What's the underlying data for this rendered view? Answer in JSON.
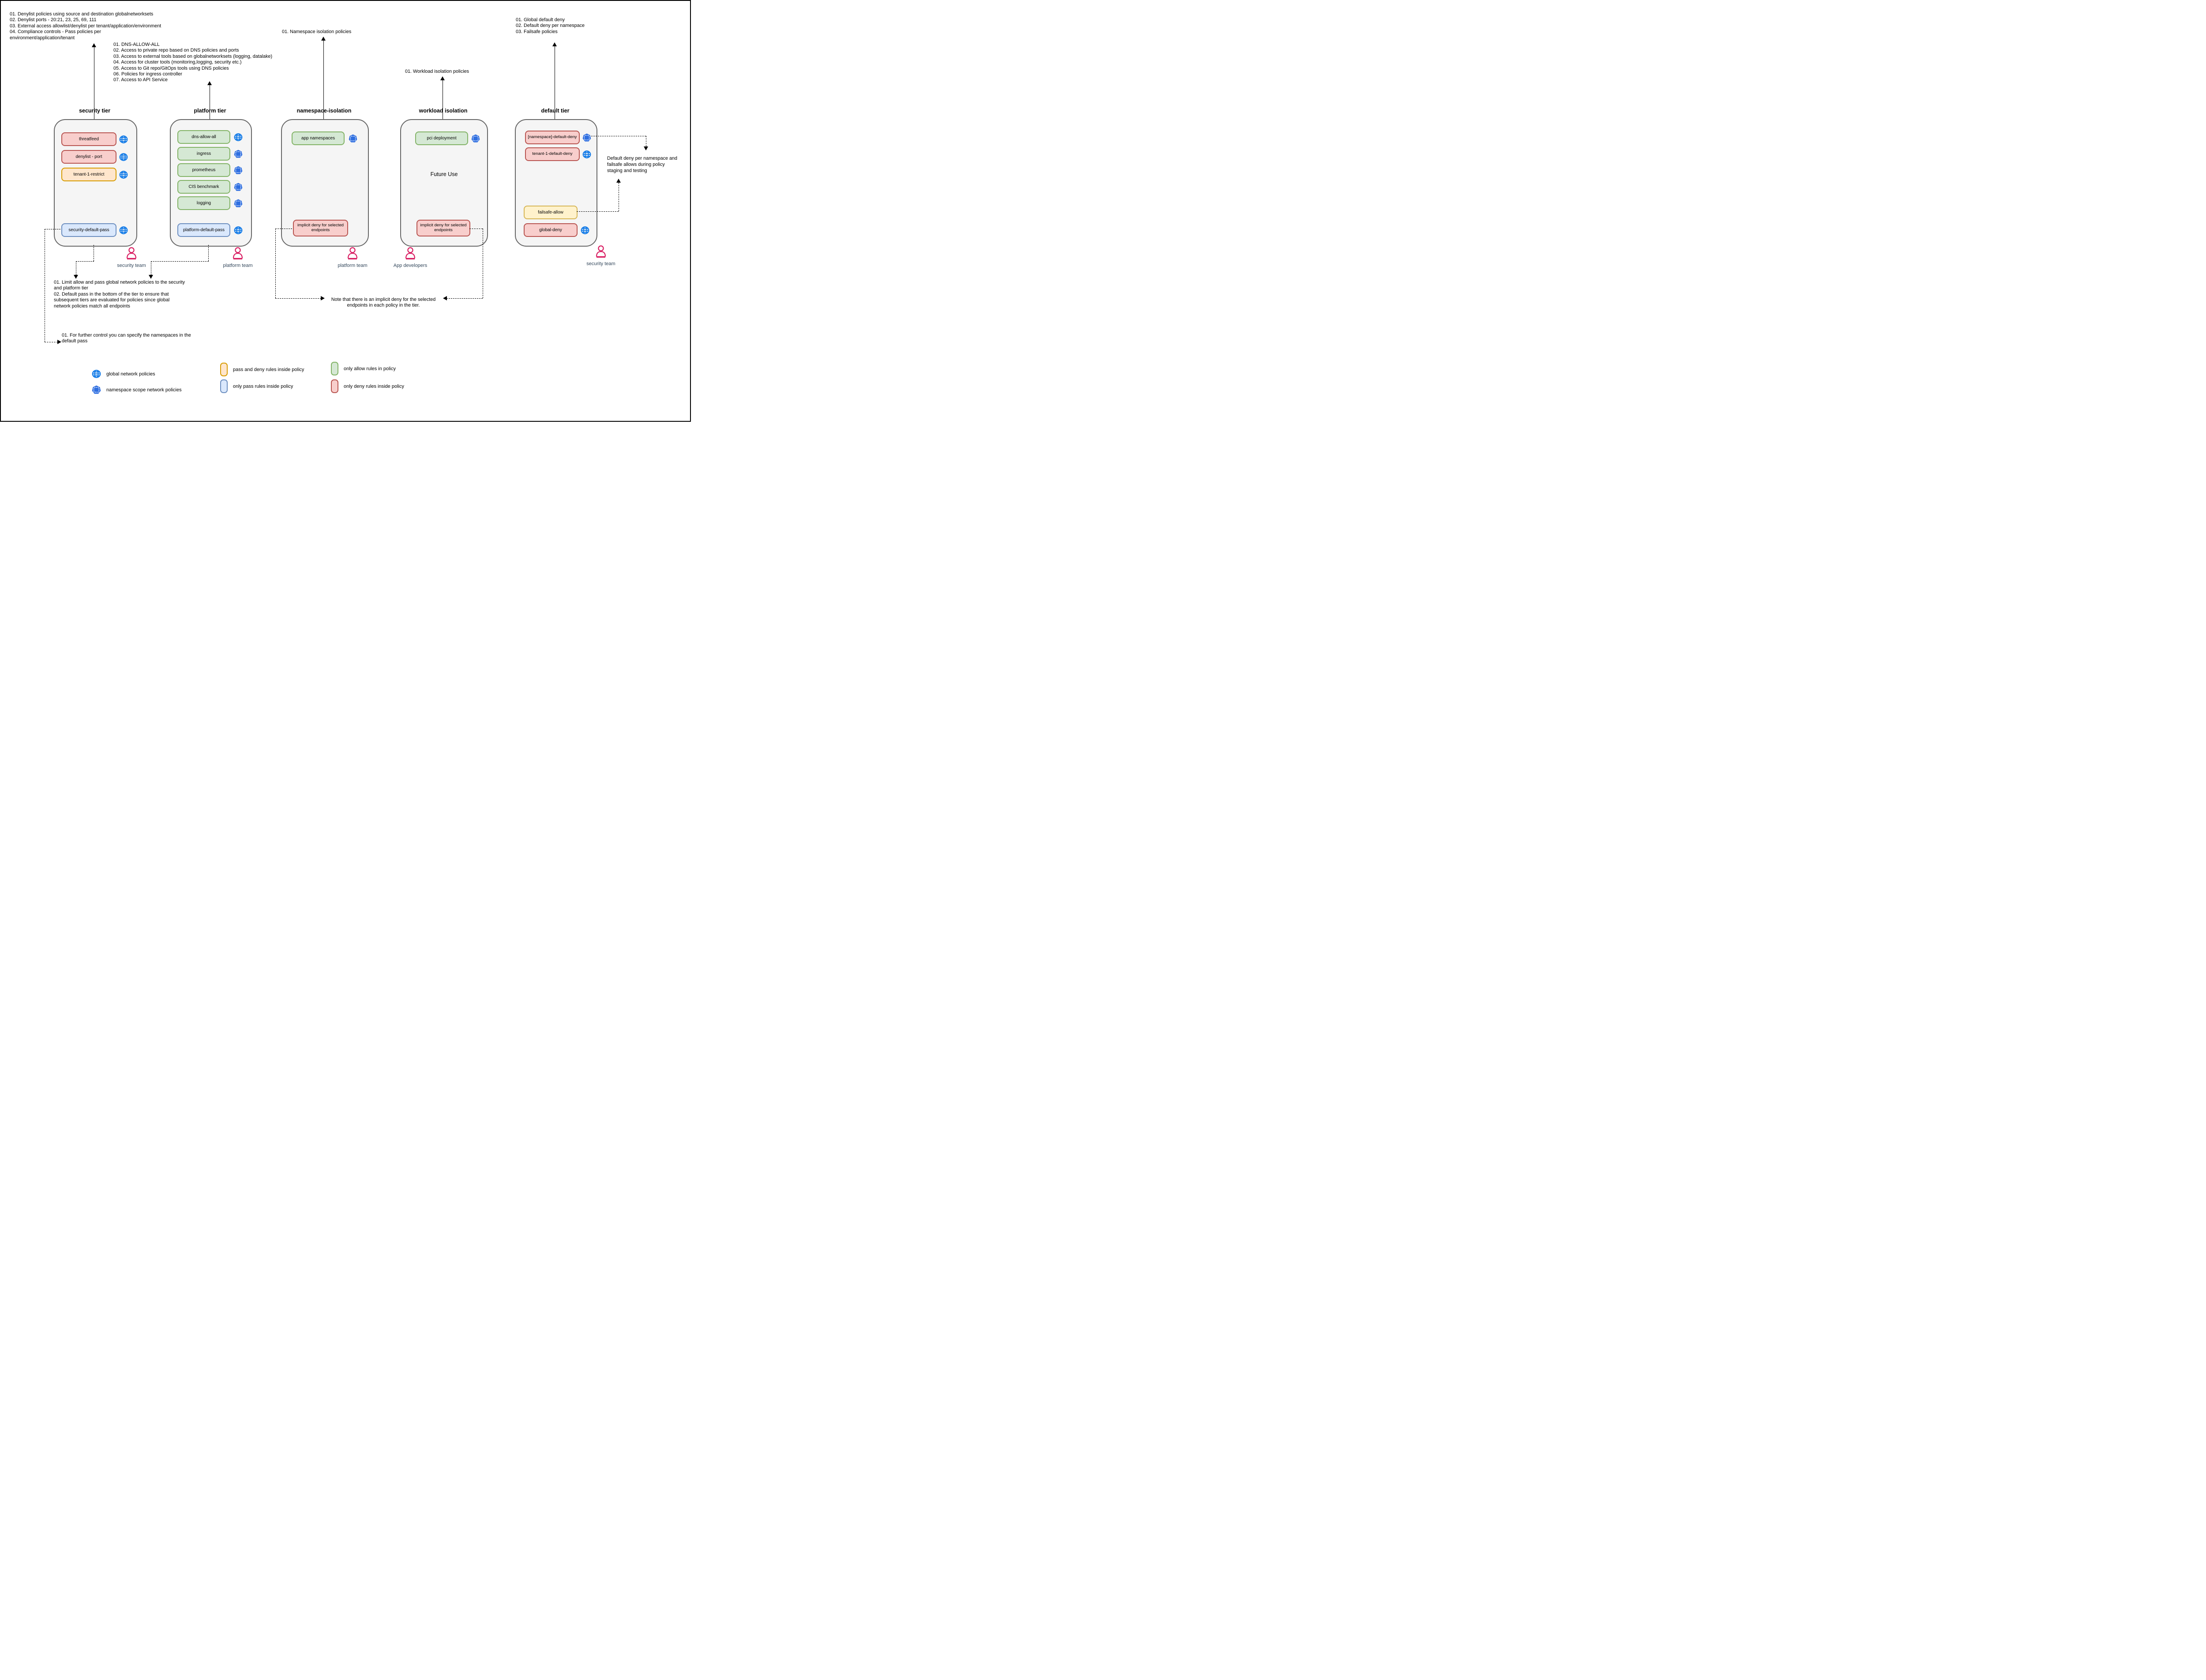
{
  "annotations": {
    "security_tier_note": "01. Denylist policies using source and destination globalnetworksets\n02. Denylist ports - 20:21, 23, 25, 69, 111\n03. External access allowlist/denylist per tenant/application/environment\n04. Compliance controls - Pass policies per\nenvironment/application/tenant",
    "platform_tier_note": "01. DNS-ALLOW-ALL\n02. Access to private repo based on DNS policies and ports\n03. Access to external tools based on globalnetworksets (logging, datalake)\n04. Access for cluster tools (monitoring,logging, security etc.)\n05. Access to Git repo/GitOps tools using DNS policies\n06. Policies for ingress controller\n07. Access to API Service",
    "namespace_tier_note": "01. Namespace isolation policies",
    "workload_tier_note": "01. Workload isolation policies",
    "default_tier_note": "01. Global default deny\n02. Default deny per namespace\n03. Failsafe policies",
    "limit_allow_note": "01. Limit allow and pass global network policies to the security\nand platform tier\n02. Default pass in the bottom of the tier to ensure that\nsubsequent tiers are evaluated for policies since global\nnetwork policies match all endpoints",
    "further_control_note": "01. For further control you can specify the namespaces in the\ndefault pass",
    "implicit_deny_note": "Note that there is an implicit deny for the selected\nendpoints in each policy in the tier.",
    "default_deny_staging_note": "Default deny per namespace and\nfailsafe allows during policy\nstaging and testing"
  },
  "tiers": [
    {
      "title": "security tier",
      "policies": [
        {
          "label": "threatfeed",
          "rule_type": "deny",
          "scope": "global"
        },
        {
          "label": "denylist - port",
          "rule_type": "deny",
          "scope": "global"
        },
        {
          "label": "tenant-1-restrict",
          "rule_type": "pass-and-deny",
          "scope": "global"
        },
        {
          "label": "security-default-pass",
          "rule_type": "pass",
          "scope": "global"
        }
      ]
    },
    {
      "title": "platform tier",
      "policies": [
        {
          "label": "dns-allow-all",
          "rule_type": "allow",
          "scope": "global"
        },
        {
          "label": "ingress",
          "rule_type": "allow",
          "scope": "namespace"
        },
        {
          "label": "prometheus",
          "rule_type": "allow",
          "scope": "namespace"
        },
        {
          "label": "CIS benchmark",
          "rule_type": "allow",
          "scope": "namespace"
        },
        {
          "label": "logging",
          "rule_type": "allow",
          "scope": "namespace"
        },
        {
          "label": "platform-default-pass",
          "rule_type": "pass",
          "scope": "global"
        }
      ]
    },
    {
      "title": "namespace-isolation",
      "policies": [
        {
          "label": "app namespaces",
          "rule_type": "allow",
          "scope": "namespace"
        },
        {
          "label": "implicit deny for selected endpoints",
          "rule_type": "deny",
          "scope": ""
        }
      ]
    },
    {
      "title": "workload isolation",
      "center_label": "Future Use",
      "policies": [
        {
          "label": "pci deployment",
          "rule_type": "allow",
          "scope": "namespace"
        },
        {
          "label": "implicit deny for selected endpoints",
          "rule_type": "deny",
          "scope": ""
        }
      ]
    },
    {
      "title": "default tier",
      "policies": [
        {
          "label": "[namespace]-default-deny",
          "rule_type": "deny",
          "scope": "namespace"
        },
        {
          "label": "tenant-1-default-deny",
          "rule_type": "deny",
          "scope": "global"
        },
        {
          "label": "failsafe-allow",
          "rule_type": "pass-and-deny",
          "scope": ""
        },
        {
          "label": "global-deny",
          "rule_type": "deny",
          "scope": "global"
        }
      ]
    }
  ],
  "teams": [
    {
      "label": "security team"
    },
    {
      "label": "platform team"
    },
    {
      "label": "platform team"
    },
    {
      "label": "App developers"
    },
    {
      "label": "security team"
    }
  ],
  "legend": {
    "global_icon_label": "global network policies",
    "namespace_icon_label": "namespace scope network policies",
    "orange_label": "pass and deny rules inside policy",
    "blue_label": "only pass rules inside policy",
    "green_label": "only allow rules in policy",
    "red_label": "only deny rules inside policy"
  },
  "colors": {
    "deny_fill": "#f8cecc",
    "deny_border": "#b85450",
    "pass_deny_fill": "#ffe6cc",
    "pass_deny_border": "#d79b00",
    "failsafe_fill": "#fff2cc",
    "failsafe_border": "#d6b656",
    "allow_fill": "#d5e8d4",
    "allow_border": "#82b366",
    "pass_fill": "#dae8fc",
    "pass_border": "#6c8ebf",
    "tier_fill": "#f5f5f5",
    "tier_border": "#666666",
    "global_policy_icon": "#1a7fe8",
    "namespace_policy_icon": "#2e6ee0",
    "team_icon": "#d81b60"
  }
}
